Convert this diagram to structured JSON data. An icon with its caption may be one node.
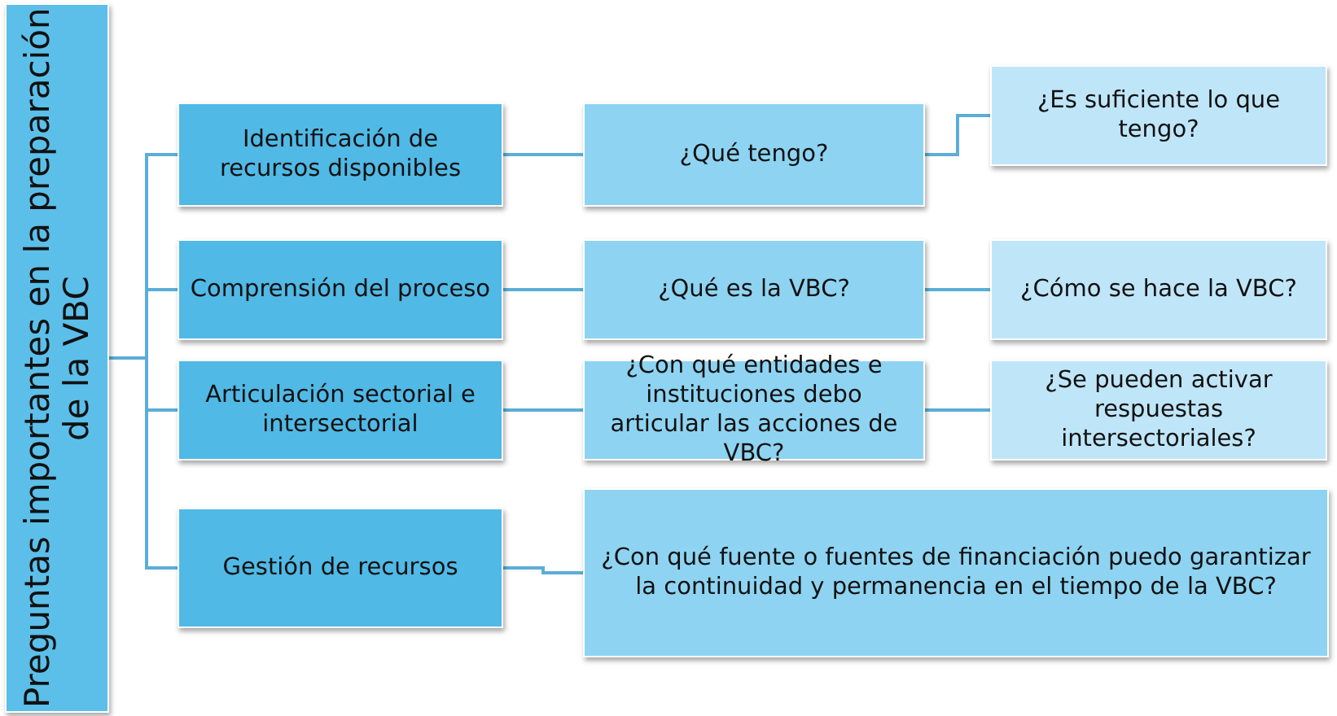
{
  "diagram": {
    "nodes": [
      {
        "text": [
          "Preguntas importantes en la preparación de la VBC"
        ]
      },
      {
        "text": [
          "Identificación de recursos disponibles"
        ]
      },
      {
        "text": [
          "¿Qué tengo?"
        ]
      },
      {
        "text": [
          "¿Es suficiente lo que tengo?"
        ]
      },
      {
        "text": [
          "Comprensión del proceso"
        ]
      },
      {
        "text": [
          "¿Qué es la VBC?"
        ]
      },
      {
        "text": [
          "¿Cómo se hace la VBC?"
        ]
      },
      {
        "text": [
          "Articulación sectorial e intersectorial"
        ]
      },
      {
        "text": [
          "¿Con qué entidades e instituciones debo articular las acciones de VBC?"
        ]
      },
      {
        "text": [
          "¿Se pueden activar respuestas intersectoriales?"
        ]
      },
      {
        "text": [
          "Gestión de recursos"
        ]
      },
      {
        "text": [
          "¿Con qué fuente o fuentes de financiación puedo garantizar la continuidad y permanencia en el tiempo de la VBC?"
        ]
      }
    ],
    "edges": [
      {
        "from": 0,
        "to": 1,
        "arrow": "none"
      },
      {
        "from": 0,
        "to": 4,
        "arrow": "none"
      },
      {
        "from": 0,
        "to": 7,
        "arrow": "none"
      },
      {
        "from": 0,
        "to": 10,
        "arrow": "none"
      },
      {
        "from": 1,
        "to": 2,
        "arrow": "none"
      },
      {
        "from": 2,
        "to": 3,
        "arrow": "none"
      },
      {
        "from": 4,
        "to": 5,
        "arrow": "none"
      },
      {
        "from": 5,
        "to": 6,
        "arrow": "none"
      },
      {
        "from": 7,
        "to": 8,
        "arrow": "none"
      },
      {
        "from": 8,
        "to": 9,
        "arrow": "none"
      },
      {
        "from": 10,
        "to": 11,
        "arrow": "none"
      }
    ]
  }
}
